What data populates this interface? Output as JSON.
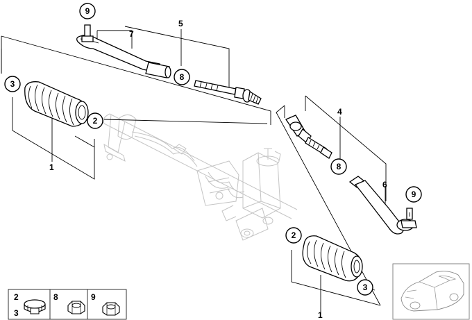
{
  "callouts": [
    {
      "id": "c9a",
      "label": "9"
    },
    {
      "id": "c8a",
      "label": "8"
    },
    {
      "id": "c3a",
      "label": "3"
    },
    {
      "id": "c2a",
      "label": "2"
    },
    {
      "id": "c8b",
      "label": "8"
    },
    {
      "id": "c9b",
      "label": "9"
    },
    {
      "id": "c2b",
      "label": "2"
    },
    {
      "id": "c3b",
      "label": "3"
    }
  ],
  "plain_labels": [
    {
      "id": "n7",
      "label": "7"
    },
    {
      "id": "n5",
      "label": "5"
    },
    {
      "id": "n1a",
      "label": "1"
    },
    {
      "id": "n4",
      "label": "4"
    },
    {
      "id": "n6",
      "label": "6"
    },
    {
      "id": "n1b",
      "label": "1"
    }
  ],
  "legend": {
    "cells": [
      {
        "id": "lg2",
        "label": "2"
      },
      {
        "id": "lg3",
        "label": "3"
      },
      {
        "id": "lg8",
        "label": "8"
      },
      {
        "id": "lg9",
        "label": "9"
      }
    ]
  },
  "icons": [
    "steering-rack-icon",
    "bellows-icon",
    "tie-rod-icon",
    "tie-rod-end-icon",
    "clamp-icon",
    "nut-icon",
    "car-thumbnail-icon"
  ]
}
